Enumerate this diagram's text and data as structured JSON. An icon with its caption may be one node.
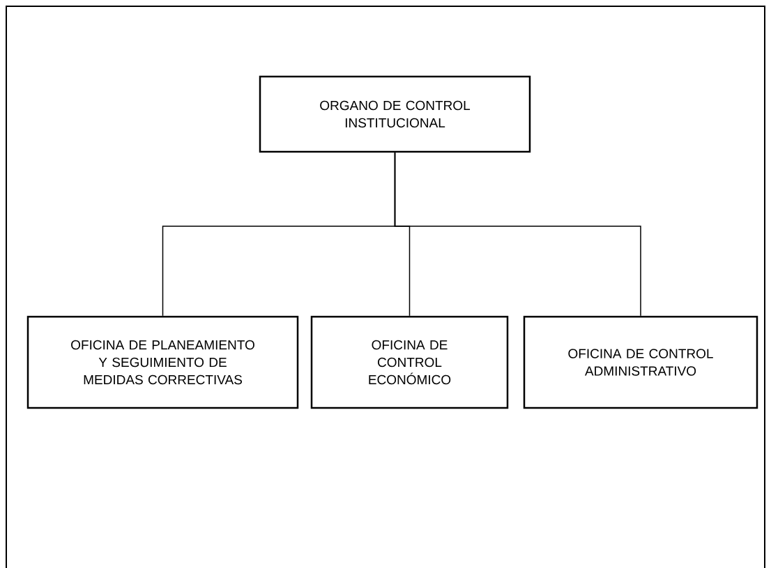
{
  "diagram": {
    "nodes": [
      {
        "text": [
          "ORGANO DE CONTROL INSTITUCIONAL"
        ]
      },
      {
        "text": [
          "OFICINA DE PLANEAMIENTO Y SEGUIMIENTO DE MEDIDAS CORRECTIVAS"
        ]
      },
      {
        "text": [
          "OFICINA DE CONTROL ECONÓMICO"
        ]
      },
      {
        "text": [
          "OFICINA DE CONTROL ADMINISTRATIVO"
        ]
      }
    ],
    "edges": [
      {
        "from": 0,
        "to": 1,
        "arrow": "none"
      },
      {
        "from": 0,
        "to": 2,
        "arrow": "none"
      },
      {
        "from": 0,
        "to": 3,
        "arrow": "none"
      }
    ]
  }
}
